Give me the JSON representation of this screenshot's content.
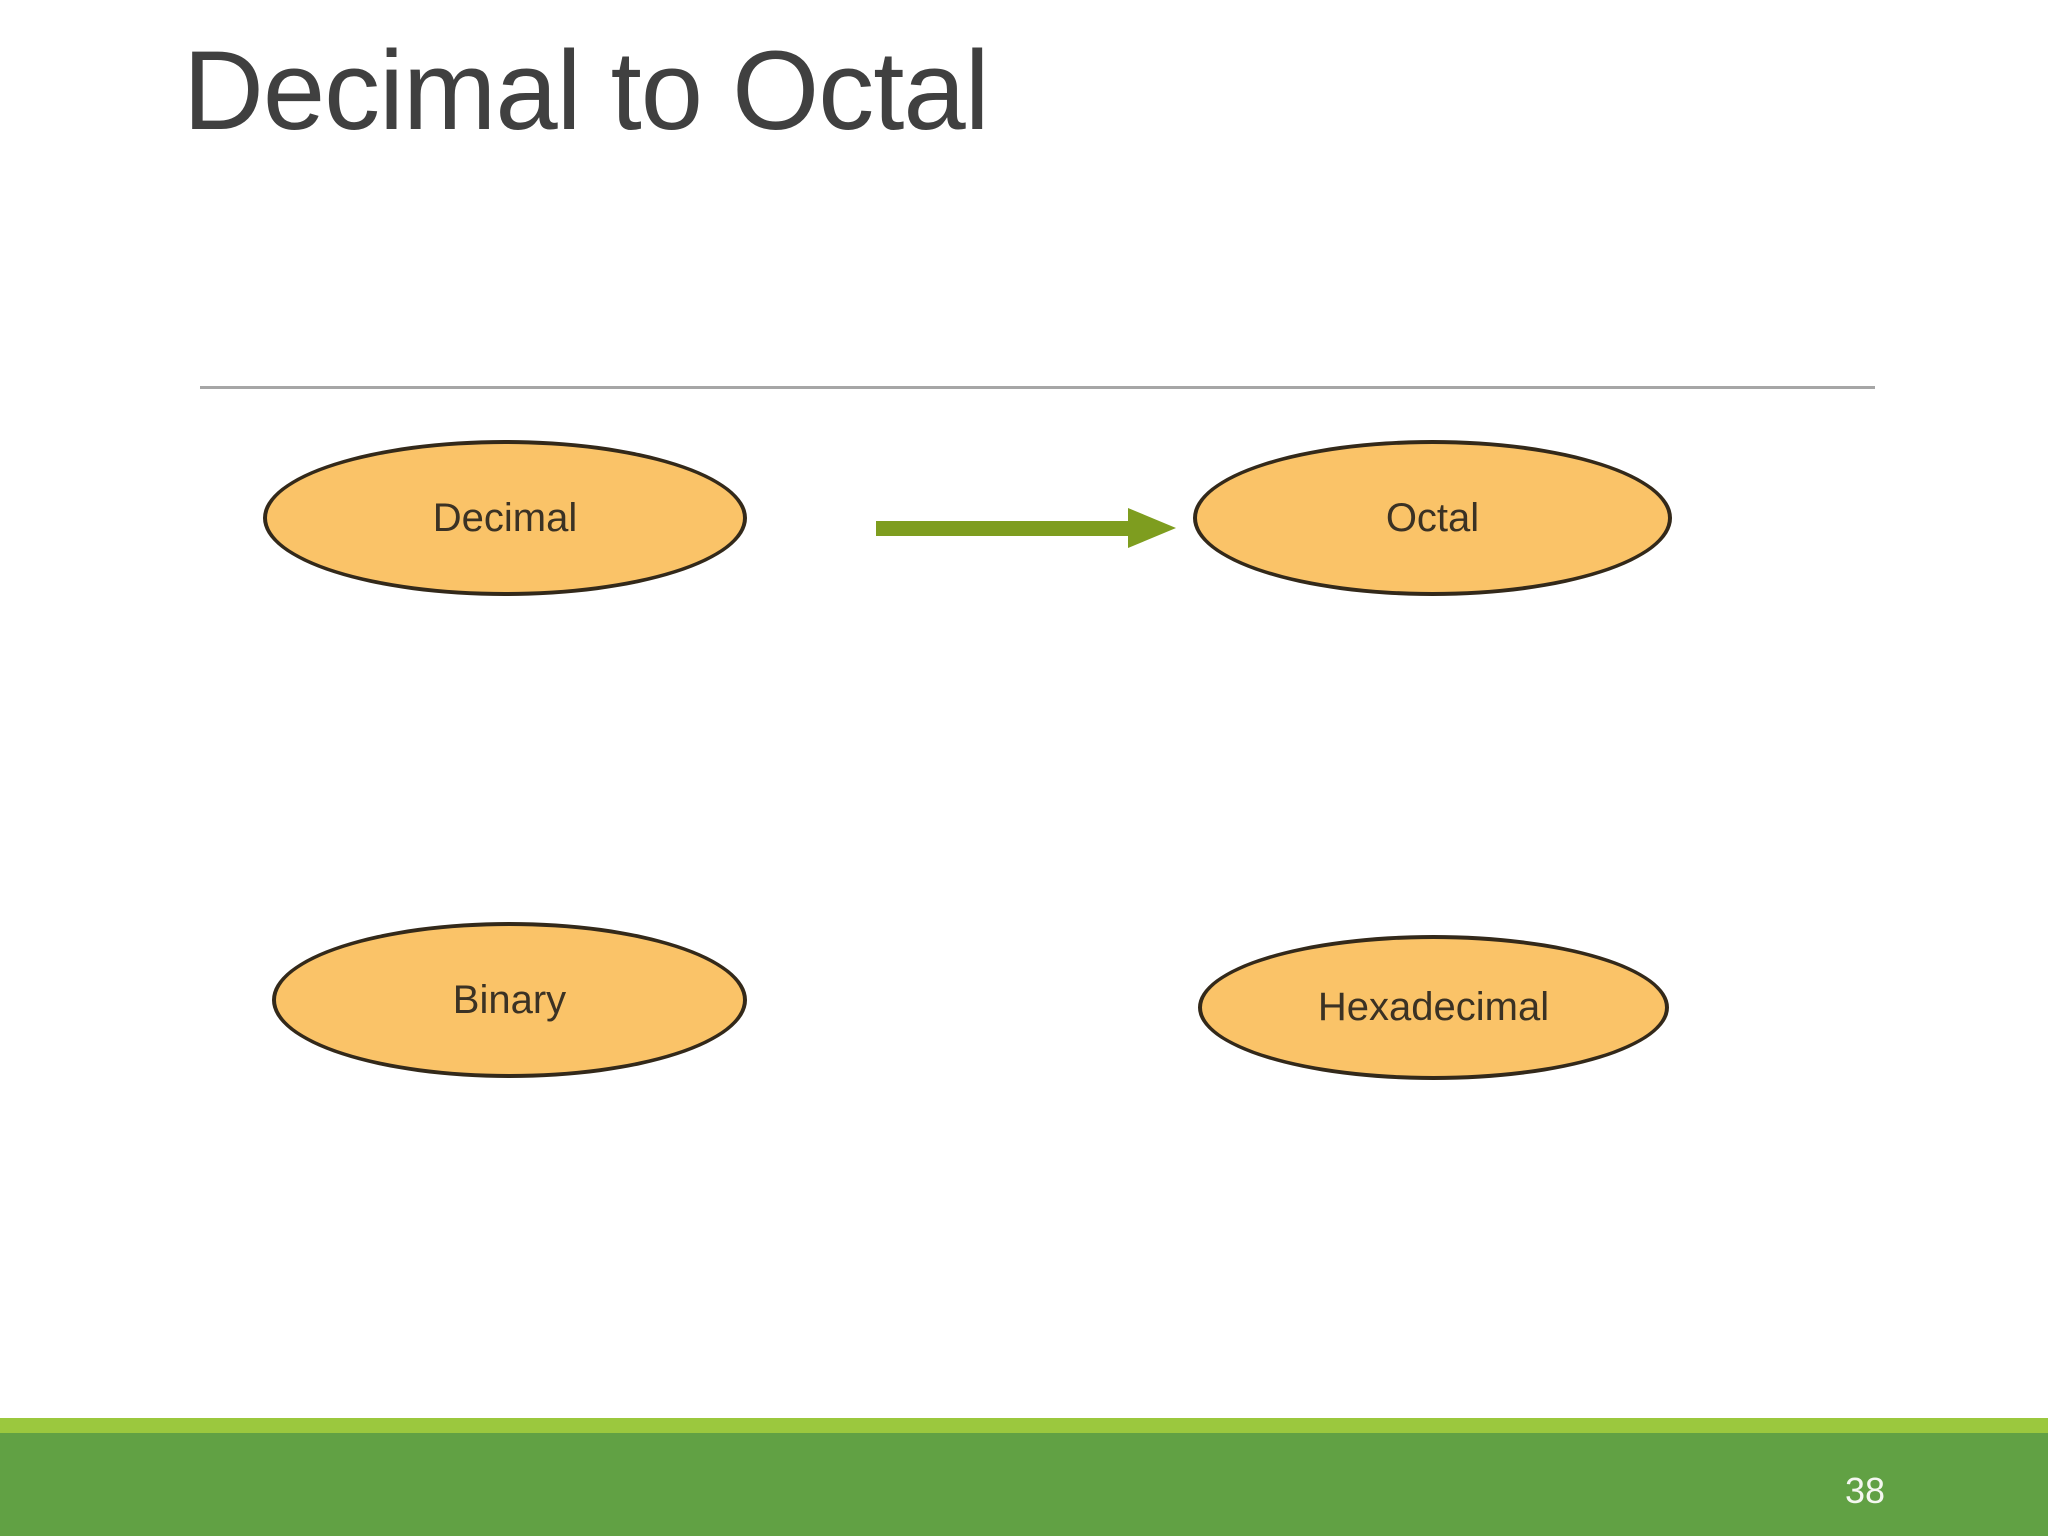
{
  "slide": {
    "title": "Decimal to Octal",
    "page_number": "38"
  },
  "diagram": {
    "nodes": [
      {
        "id": "decimal",
        "label": "Decimal"
      },
      {
        "id": "octal",
        "label": "Octal"
      },
      {
        "id": "binary",
        "label": "Binary"
      },
      {
        "id": "hexadecimal",
        "label": "Hexadecimal"
      }
    ],
    "arrow": {
      "from": "decimal",
      "to": "octal",
      "direction": "right"
    }
  },
  "colors": {
    "node_fill": "#FAC368",
    "node_border": "#33291A",
    "node_text": "#3B3224",
    "arrow": "#7E9D1F",
    "footer_stripe": "#9BC83E",
    "footer_bar": "#61A144",
    "divider": "#A6A6A6",
    "title_text": "#404040",
    "page_number_text": "#F4F7F0",
    "slide_bg": "#FFFFFF"
  }
}
